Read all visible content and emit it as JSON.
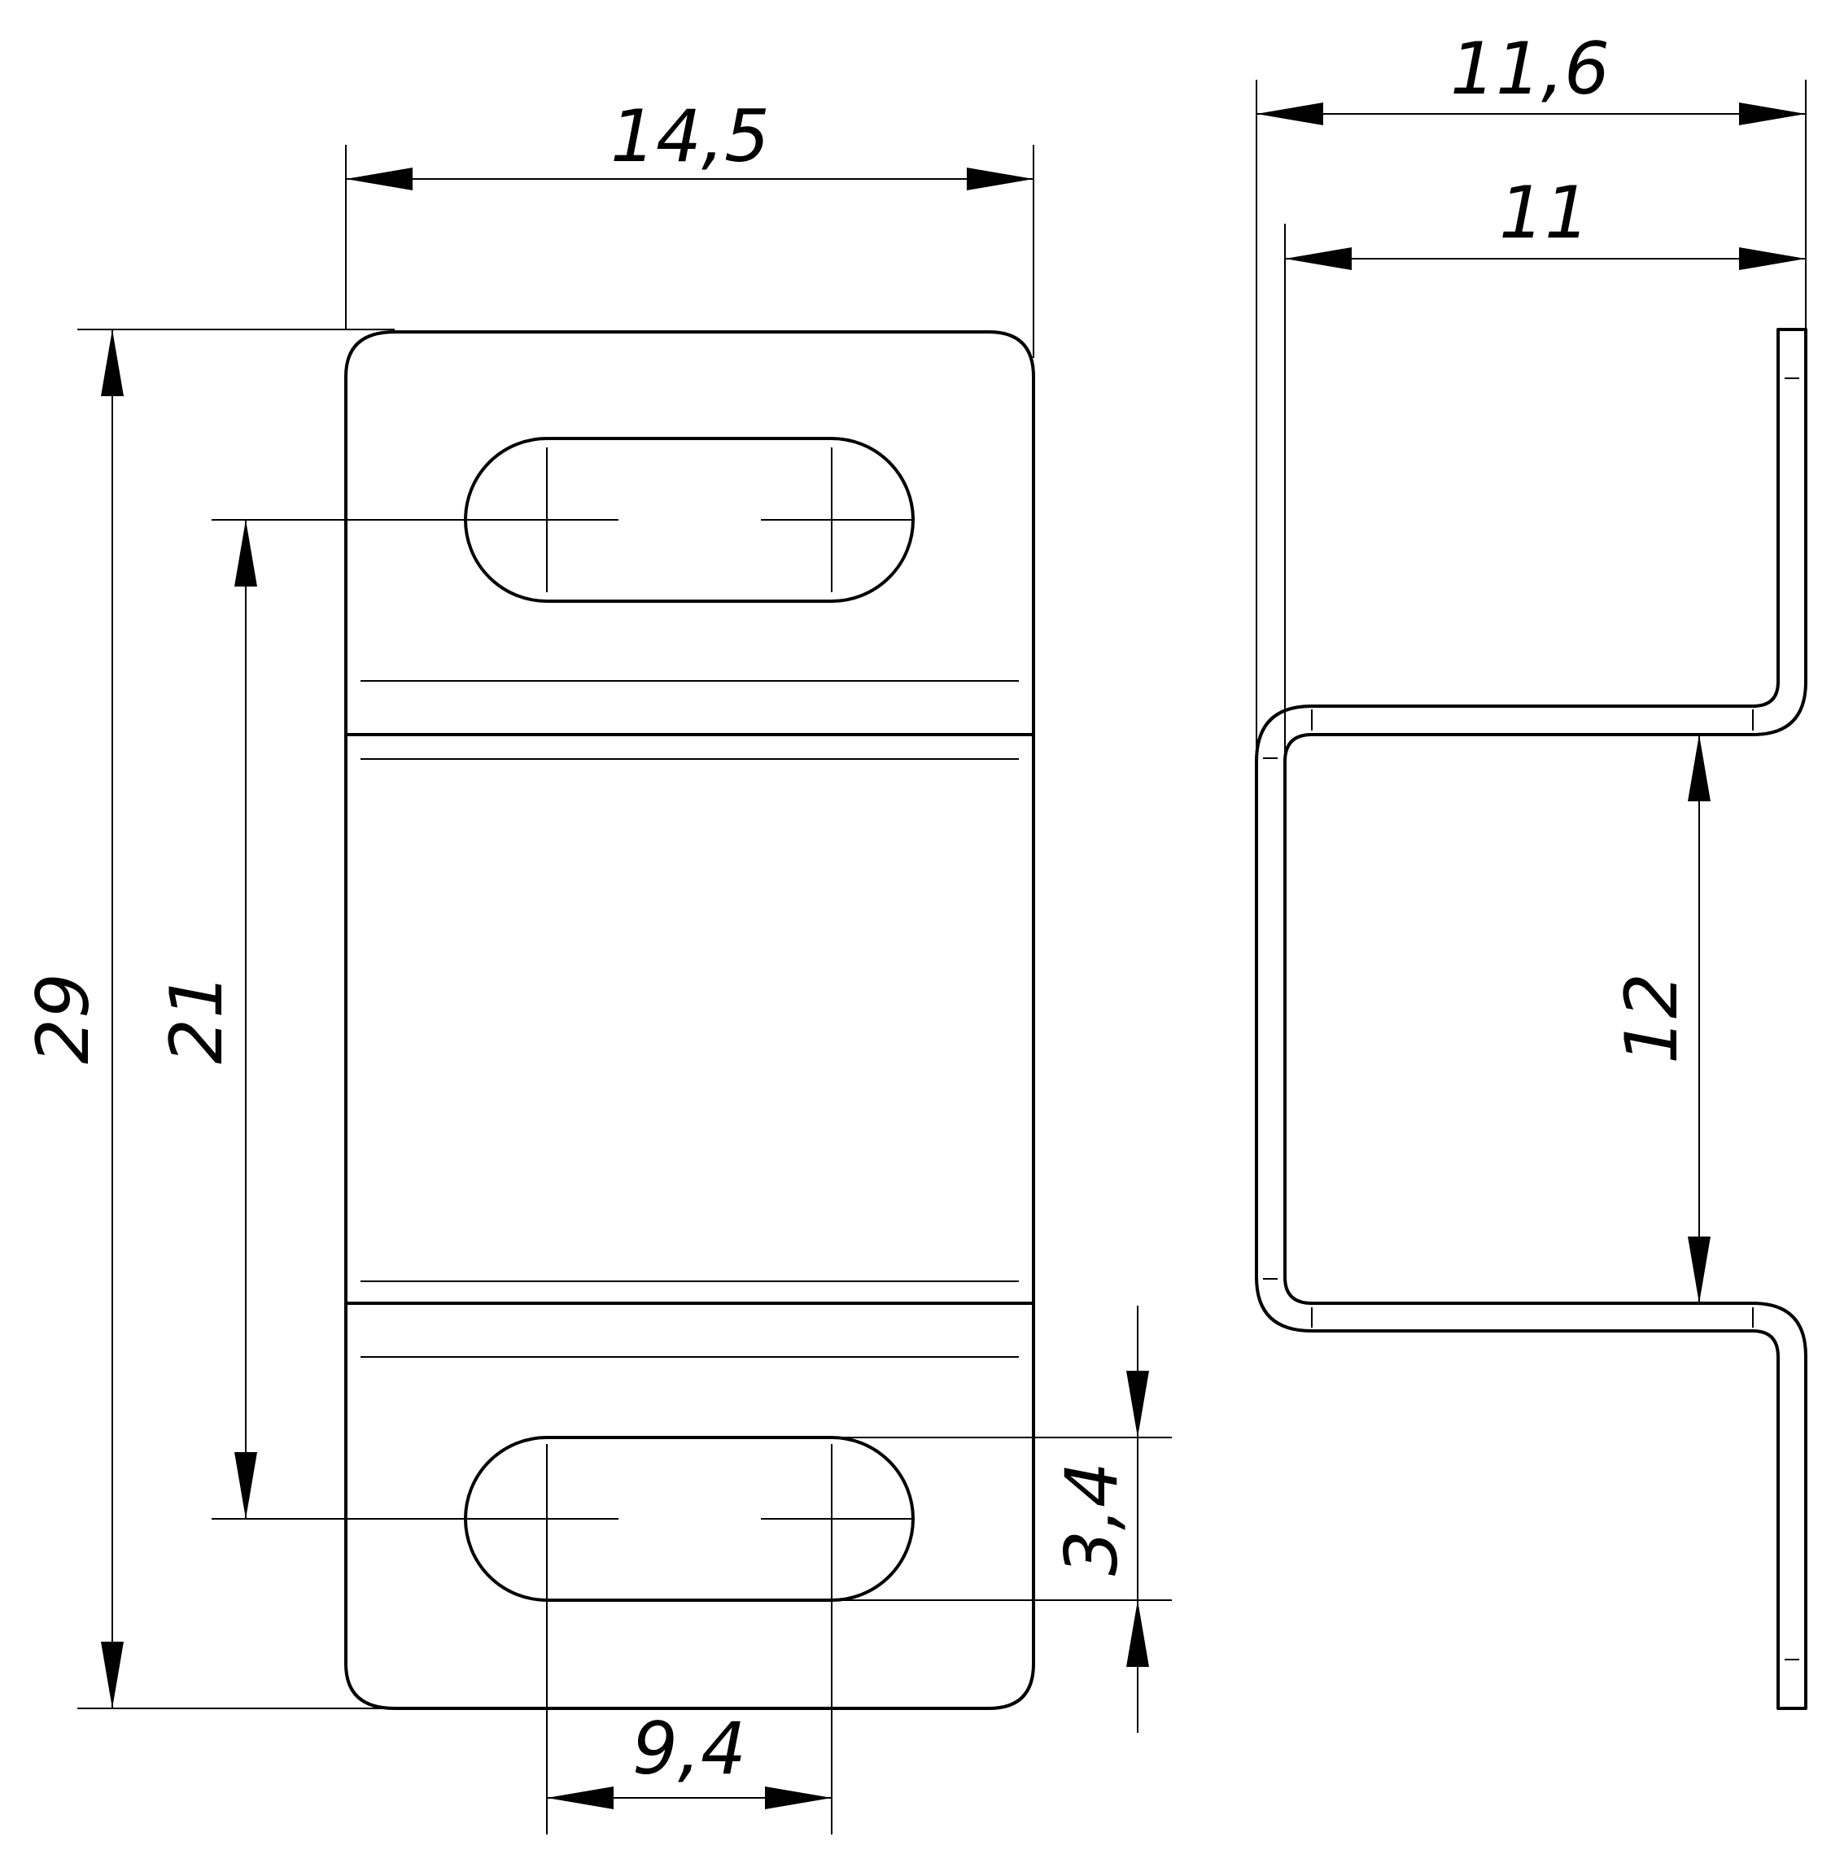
{
  "front_view": {
    "dimensions": {
      "width": "14,5",
      "height": "29",
      "slot_spacing": "21",
      "slot_width": "3,4",
      "slot_length": "9,4"
    }
  },
  "side_view": {
    "dimensions": {
      "overall_depth": "11,6",
      "inner_depth": "11",
      "middle_height": "12"
    }
  }
}
